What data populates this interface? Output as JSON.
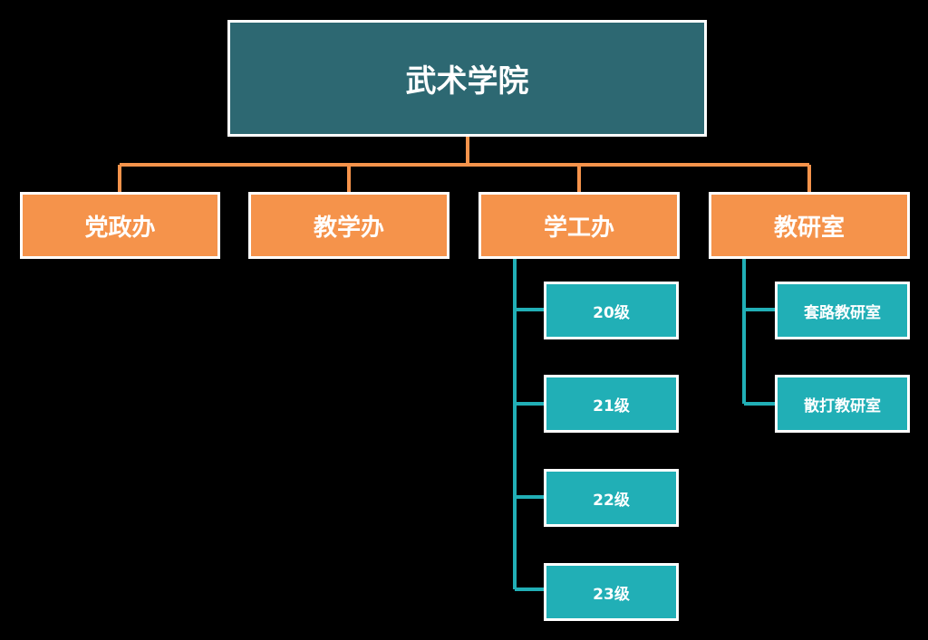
{
  "org": {
    "root": "武术学院",
    "depts": [
      "党政办",
      "教学办",
      "学工办",
      "教研室"
    ],
    "xuegong_children": [
      "20级",
      "21级",
      "22级",
      "23级"
    ],
    "jiaoyan_children": [
      "套路教研室",
      "散打教研室"
    ]
  },
  "colors": {
    "background": "#000000",
    "root_fill": "#2d6872",
    "dept_fill": "#f5934b",
    "leaf_fill": "#21afb6",
    "connector_orange": "#f5934b",
    "connector_teal": "#21afb6",
    "border": "#ffffff"
  }
}
